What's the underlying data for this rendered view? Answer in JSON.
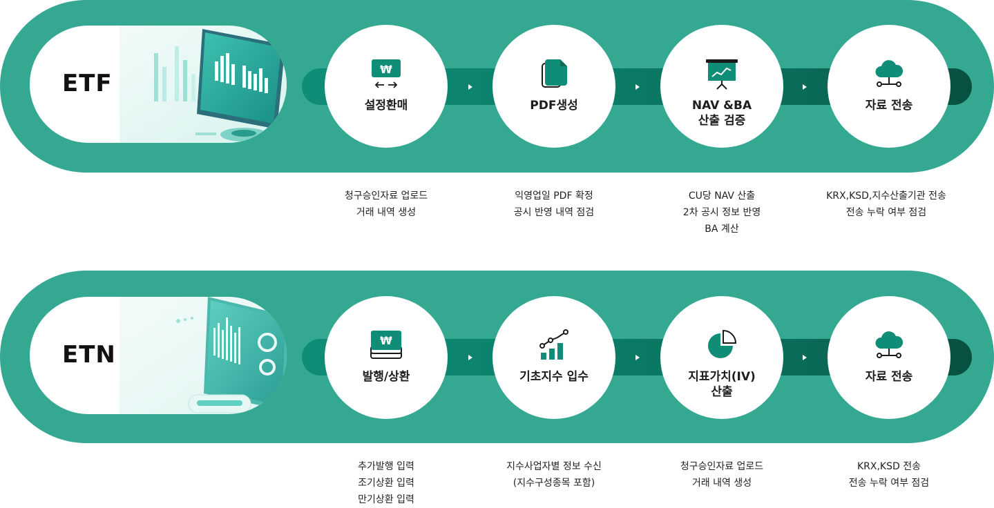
{
  "rows": {
    "etf": {
      "title": "ETF",
      "steps": [
        {
          "icon": "won-exchange-icon",
          "label": "설정환매",
          "desc": "청구승인자료 업로드\n거래 내역 생성"
        },
        {
          "icon": "document-copy-icon",
          "label": "PDF생성",
          "desc": "익영업일 PDF 확정\n공시 반영 내역 점검"
        },
        {
          "icon": "presentation-chart-icon",
          "label": "NAV &BA\n산출 검증",
          "desc": "CU당 NAV 산출\n2차 공시 정보  반영\nBA 계산"
        },
        {
          "icon": "cloud-network-icon",
          "label": "자료 전송",
          "desc": "KRX,KSD,지수산출기관 전송\n전송 누락 여부 점검"
        }
      ]
    },
    "etn": {
      "title": "ETN",
      "steps": [
        {
          "icon": "money-stack-icon",
          "label": "발행/상환",
          "desc": "추가발행  입력\n조기상환 입력\n만기상환 입력"
        },
        {
          "icon": "growth-chart-icon",
          "label": "기초지수 입수",
          "desc": "지수사업자별 정보 수신\n(지수구성종목 포함)"
        },
        {
          "icon": "pie-chart-icon",
          "label": "지표가치(IV)\n산출",
          "desc": "청구승인자료 업로드\n거래 내역 생성"
        },
        {
          "icon": "cloud-network-icon",
          "label": "자료 전송",
          "desc": "KRX,KSD 전송\n전송 누락 여부 점검"
        }
      ]
    }
  },
  "colors": {
    "band": "#35a892",
    "track_start": "#0f8d76",
    "track_end": "#075040",
    "icon": "#0f8d76"
  }
}
